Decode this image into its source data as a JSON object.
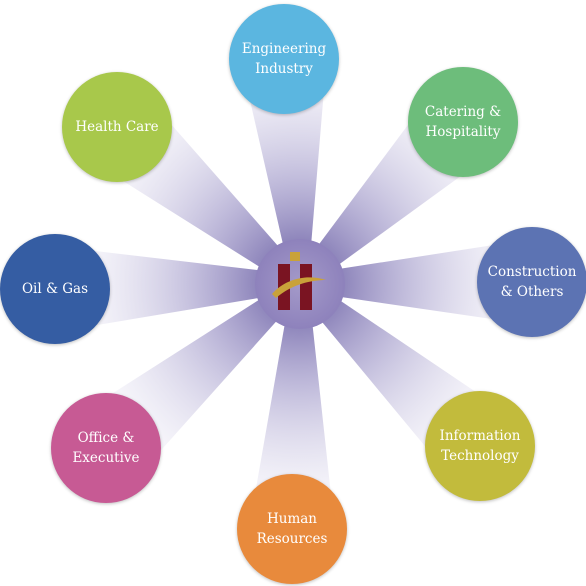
{
  "hub": {
    "logo_icon": "stylized-h-logo-icon"
  },
  "nodes": [
    {
      "id": "engineering",
      "label": "Engineering\nIndustry",
      "color": "#5bb6e0"
    },
    {
      "id": "catering",
      "label": "Catering &\nHospitality",
      "color": "#6dbd7b"
    },
    {
      "id": "construction",
      "label": "Construction\n& Others",
      "color": "#5c73b3"
    },
    {
      "id": "information",
      "label": "Information\nTechnology",
      "color": "#c2bb3c"
    },
    {
      "id": "human",
      "label": "Human\nResources",
      "color": "#e88a3c"
    },
    {
      "id": "office",
      "label": "Office &\nExecutive",
      "color": "#c75a94"
    },
    {
      "id": "oil",
      "label": "Oil & Gas",
      "color": "#355da3"
    },
    {
      "id": "health",
      "label": "Health Care",
      "color": "#a8c84b"
    }
  ]
}
